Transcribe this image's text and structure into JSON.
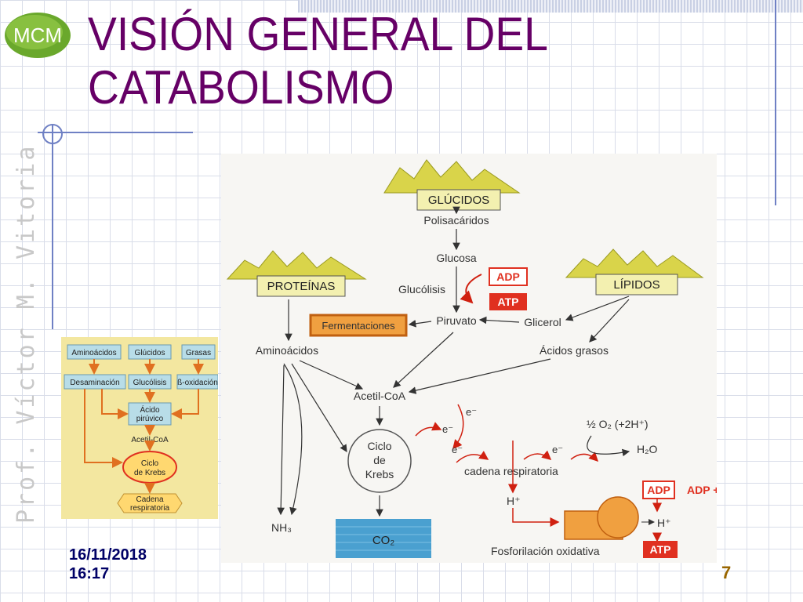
{
  "slide": {
    "logo_text": "MCM",
    "title_line1": "VISIÓN GENERAL DEL",
    "title_line2": "CATABOLISMO",
    "vertical_author": "Prof. Víctor M. Vitoria",
    "date": "16/11/2018",
    "time": "16:17",
    "page_number": "7"
  },
  "main_diagram": {
    "glucidos": "GLÚCIDOS",
    "proteinas": "PROTEÍNAS",
    "lipidos": "LÍPIDOS",
    "polisacaridos": "Polisacáridos",
    "glucosa": "Glucosa",
    "glucolisis": "Glucólisis",
    "adp": "ADP",
    "atp": "ATP",
    "fermentaciones": "Fermentaciones",
    "piruvato": "Piruvato",
    "glicerol": "Glicerol",
    "aminoacidos": "Aminoácidos",
    "acidos_grasos": "Ácidos grasos",
    "acetil_coa": "Acetil-CoA",
    "ciclo_l1": "Ciclo",
    "ciclo_l2": "de",
    "ciclo_l3": "Krebs",
    "e_minus": "e⁻",
    "o2_text": "½ O₂ (+2H⁺)",
    "h2o": "H₂O",
    "cadena_respiratoria": "cadena respiratoria",
    "h_plus": "H⁺",
    "adp_pi": "ADP + PI",
    "nh3": "NH₃",
    "co2": "CO₂",
    "fosforilacion": "Fosforilación oxidativa"
  },
  "small_diagram": {
    "aminoacidos": "Aminoácidos",
    "glucidos": "Glúcidos",
    "grasas": "Grasas",
    "desaminacion": "Desaminación",
    "glucolisis": "Glucólisis",
    "b_oxidacion": "ß-oxidación",
    "acido_l1": "Ácido",
    "acido_l2": "pirúvico",
    "acetil_coa": "Acetil-CoA",
    "ciclo_l1": "Ciclo",
    "ciclo_l2": "de Krebs",
    "cadena_l1": "Cadena",
    "cadena_l2": "respiratoria"
  },
  "colors": {
    "title": "#660066",
    "mountain": "#d9d44a",
    "atp_red": "#e03020",
    "fermentaciones": "#f0a040",
    "co2_blue": "#4aa0d0"
  }
}
